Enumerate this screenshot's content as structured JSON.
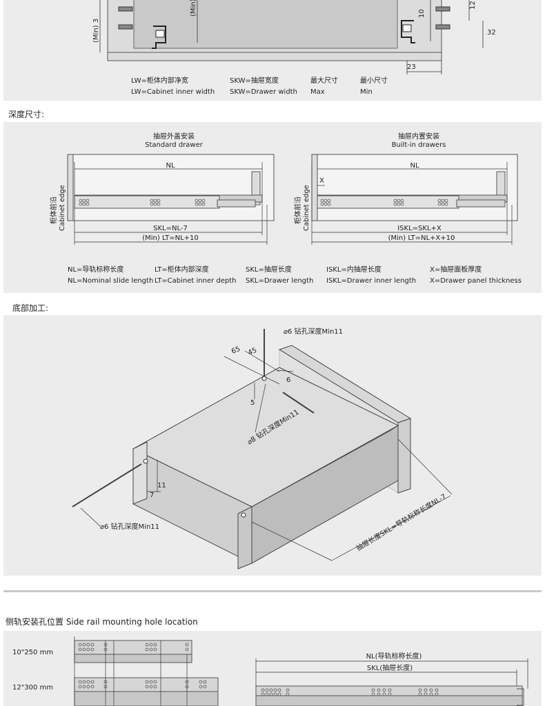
{
  "top": {
    "dims": {
      "min3": "(Min) 3",
      "min_v": "(Min)",
      "d12": "12",
      "d10": "10",
      "d32": "32",
      "d23": "23"
    },
    "legend": [
      {
        "cn": "LW=柜体内部净宽",
        "en": "LW=Cabinet inner width"
      },
      {
        "cn": "SKW=抽屉宽度",
        "en": "SKW=Drawer width"
      },
      {
        "cn": "最大尺寸",
        "en": "Max"
      },
      {
        "cn": "最小尺寸",
        "en": "Min"
      }
    ]
  },
  "depth": {
    "heading": "深度尺寸:",
    "standard": {
      "title_cn": "抽屉外盖安装",
      "title_en": "Standard drawer",
      "nl": "NL",
      "skl": "SKL=NL-7",
      "lt": "(Min) LT=NL+10"
    },
    "builtin": {
      "title_cn": "抽屉内置安装",
      "title_en": "Built-in drawers",
      "nl": "NL",
      "x": "X",
      "iskl": "ISKL=SKL+X",
      "lt": "(Min) LT=NL+X+10"
    },
    "edge_cn": "柜体前沿",
    "edge_en": "Cabinet edge",
    "legend": [
      {
        "cn": "NL=导轨标称长度",
        "en": "NL=Nominal slide length"
      },
      {
        "cn": "LT=柜体内部深度",
        "en": "LT=Cabinet inner depth"
      },
      {
        "cn": "SKL=抽屉长度",
        "en": "SKL=Drawer length"
      },
      {
        "cn": "ISKL=内抽屉长度",
        "en": "ISKL=Drawer inner length"
      },
      {
        "cn": "X=抽屉面板厚度",
        "en": "X=Drawer panel thickness"
      }
    ]
  },
  "bottom": {
    "heading": "底部加工:",
    "drill_top": "⌀6 钻孔深度Min11",
    "drill_mid": "⌀8 钻孔深度Min11",
    "drill_left": "⌀6 钻孔深度Min11",
    "d65": "65",
    "d45": "45",
    "d6": "6",
    "d5": "5",
    "d11": "11",
    "d7": "7",
    "length": "抽屉长度SKL=导轨标称长度NL-7"
  },
  "side": {
    "heading": "侧轨安装孔位置  Side rail mounting hole location",
    "rows": [
      {
        "label": "10\"250 mm"
      },
      {
        "label": "12\"300 mm"
      }
    ],
    "nl": "NL(导轨标称长度)",
    "skl": "SKL(抽屉长度)"
  }
}
